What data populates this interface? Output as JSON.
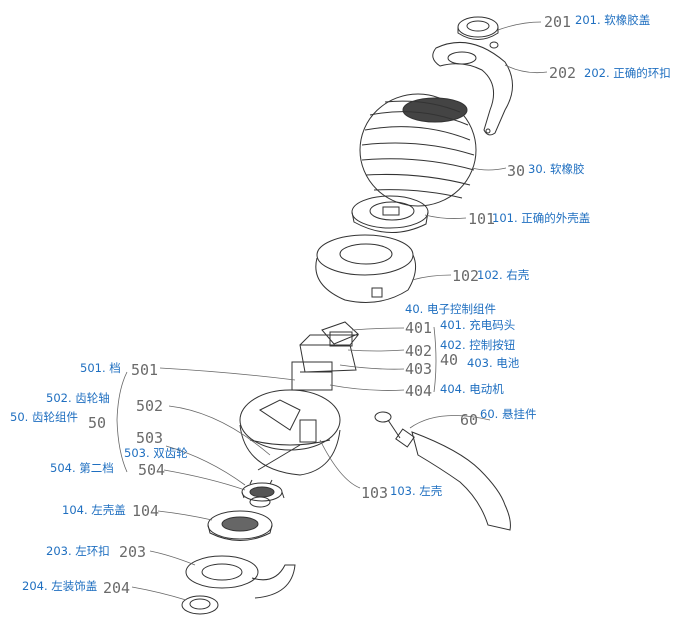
{
  "labels": {
    "p201": {
      "num": "201",
      "cap": "201. 软橡胶盖"
    },
    "p202": {
      "num": "202",
      "cap": "202. 正确的环扣"
    },
    "p30": {
      "num": "30",
      "cap": "30. 软橡胶"
    },
    "p101": {
      "num": "101",
      "cap": "101. 正确的外壳盖"
    },
    "p102": {
      "num": "102",
      "cap": "102. 右壳"
    },
    "p40": {
      "num": "40",
      "cap": "40. 电子控制组件"
    },
    "p401": {
      "num": "401",
      "cap": "401. 充电码头"
    },
    "p402": {
      "num": "402",
      "cap": "402. 控制按钮"
    },
    "p403": {
      "num": "403",
      "cap": "403. 电池"
    },
    "p404": {
      "num": "404",
      "cap": "404. 电动机"
    },
    "p60": {
      "num": "60",
      "cap": "60. 悬挂件"
    },
    "p501": {
      "num": "501",
      "cap": "501. 档"
    },
    "p502": {
      "num": "502",
      "cap": "502. 齿轮轴"
    },
    "p50": {
      "num": "50",
      "cap": "50. 齿轮组件"
    },
    "p503": {
      "num": "503",
      "cap": "503. 双齿轮"
    },
    "p504": {
      "num": "504",
      "cap": "504. 第二档"
    },
    "p103": {
      "num": "103",
      "cap": "103. 左壳"
    },
    "p104": {
      "num": "104",
      "cap": "104. 左壳盖"
    },
    "p203": {
      "num": "203",
      "cap": "203. 左环扣"
    },
    "p204": {
      "num": "204",
      "cap": "204. 左装饰盖"
    }
  }
}
